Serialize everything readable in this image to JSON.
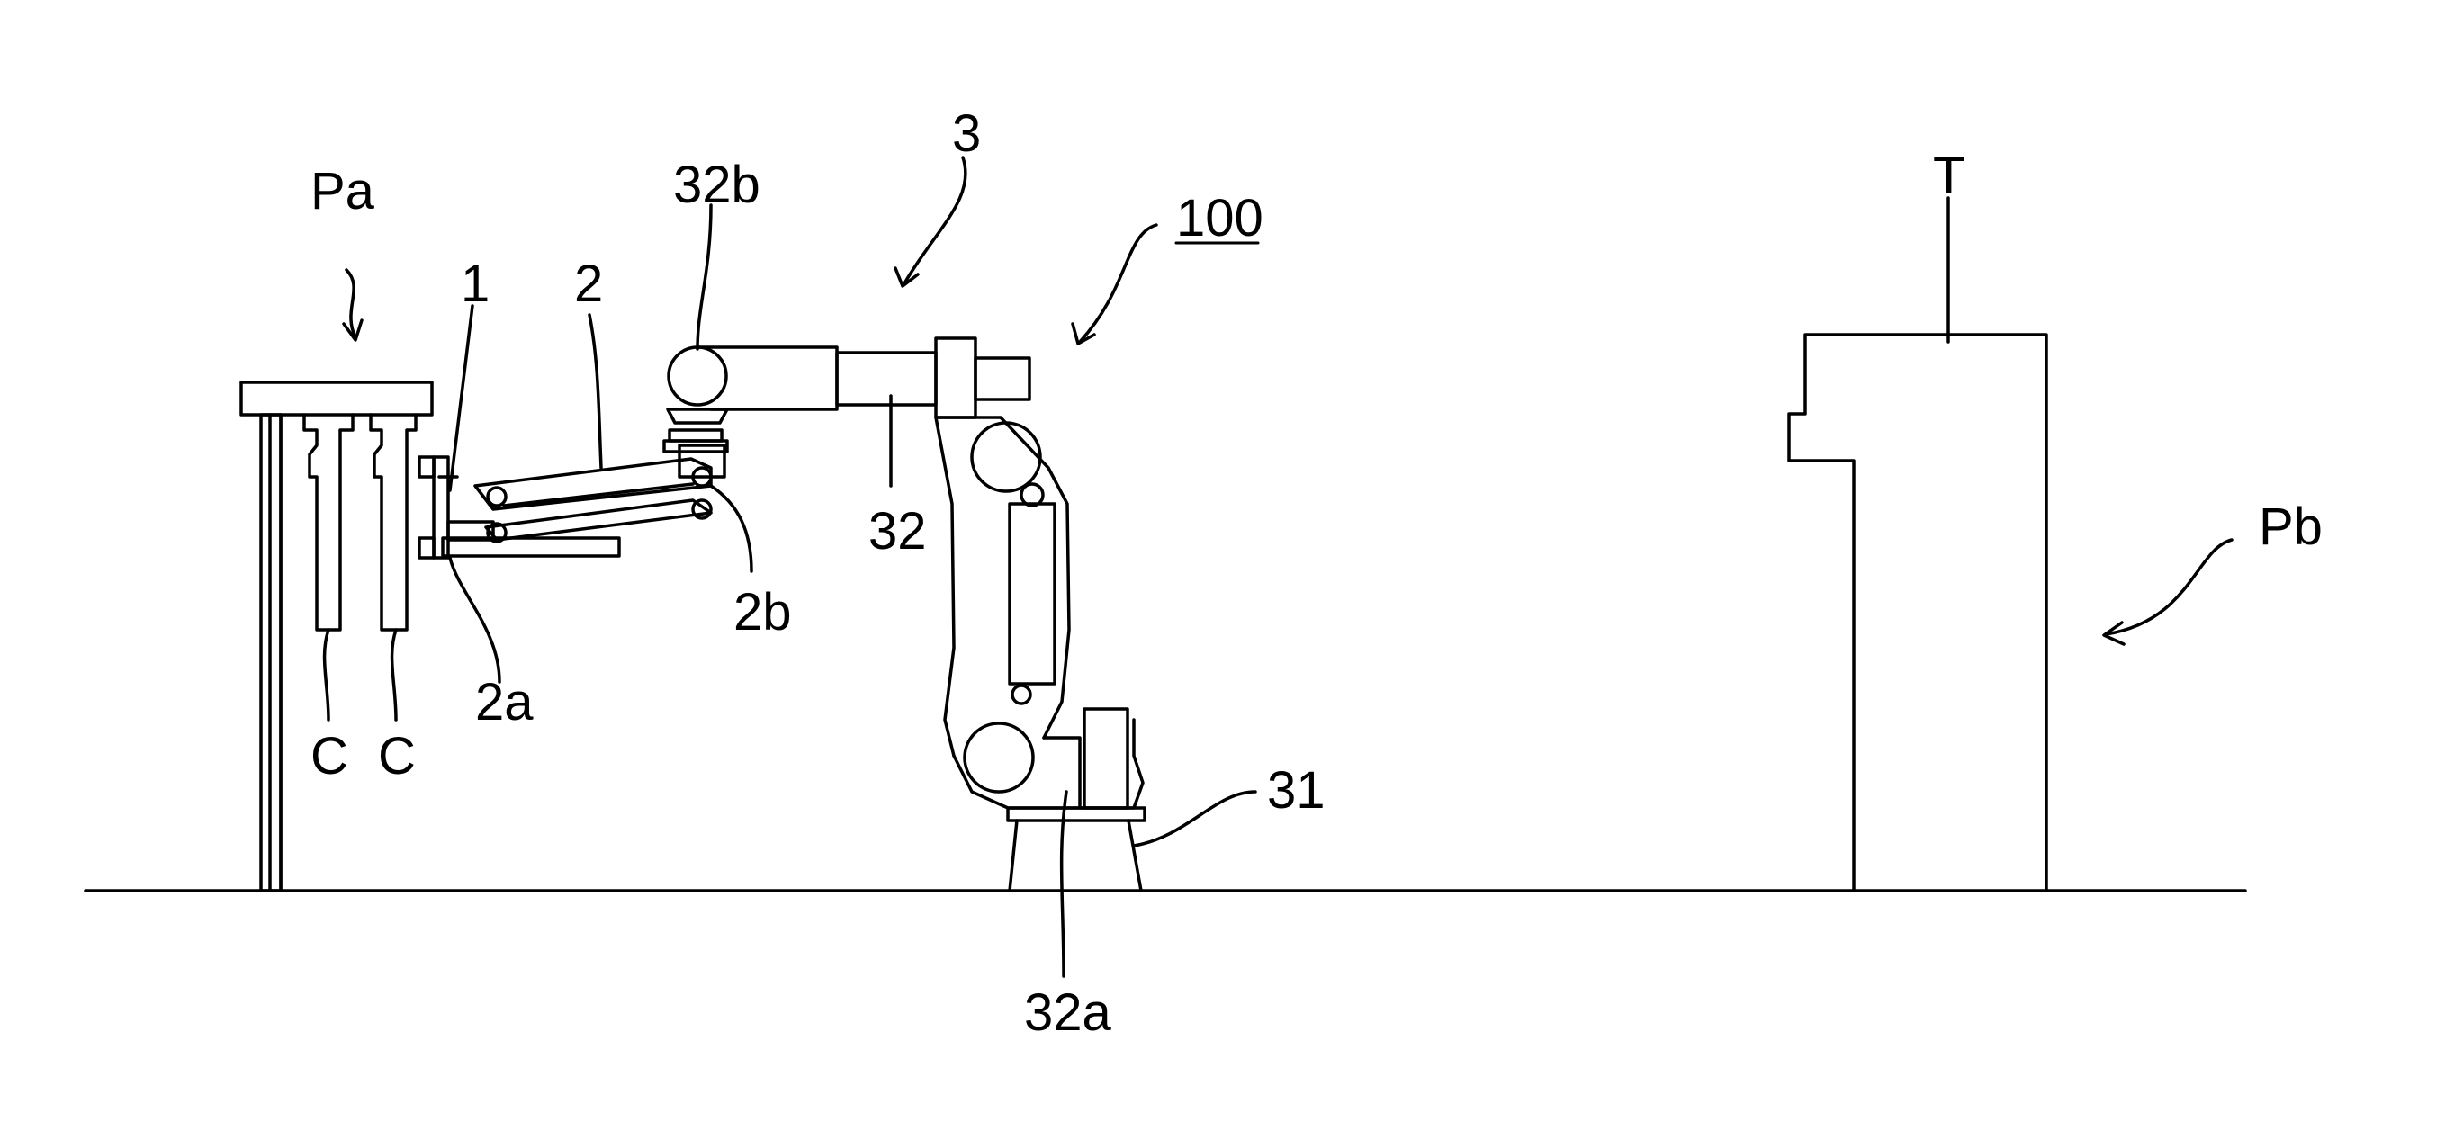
{
  "labels": {
    "pa": "Pa",
    "pb": "Pb",
    "t": "T",
    "one": "1",
    "two": "2",
    "two_a": "2a",
    "two_b": "2b",
    "three": "3",
    "thirty_one": "31",
    "thirty_two": "32",
    "thirty_two_a": "32a",
    "thirty_two_b": "32b",
    "hundred": "100",
    "c_left": "C",
    "c_right": "C"
  },
  "colors": {
    "stroke": "#000000",
    "background": "#ffffff"
  }
}
